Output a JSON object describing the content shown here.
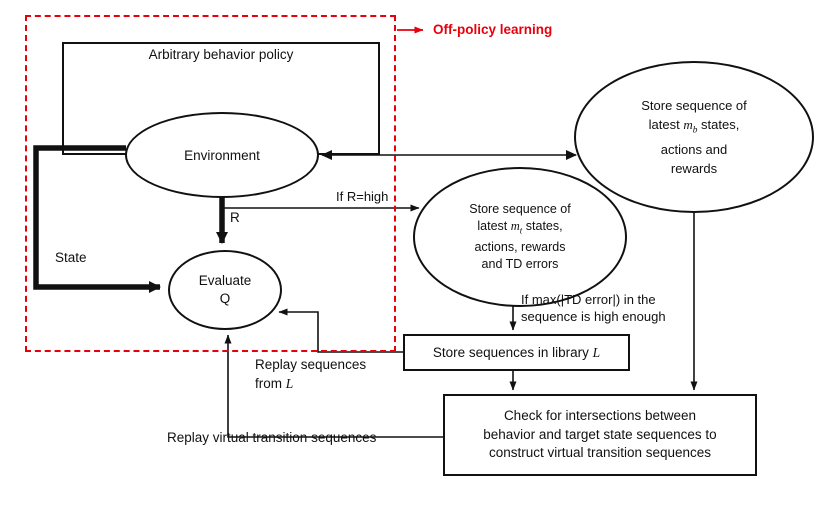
{
  "colors": {
    "accent_red": "#e8000d",
    "line_black": "#111111",
    "background": "#ffffff"
  },
  "annotations": {
    "off_policy": "Off-policy learning",
    "state": "State",
    "reward": "R",
    "if_r_high": "If R=high",
    "td_condition": [
      "If max(|TD error|) in the",
      "sequence is high enough"
    ],
    "replay_sequences_line1": "Replay sequences",
    "replay_sequences_line2": [
      "from ",
      "L"
    ],
    "replay_virtual": "Replay virtual transition sequences"
  },
  "nodes": {
    "behavior_policy": {
      "label": "Arbitrary behavior policy"
    },
    "environment": {
      "label": "Environment"
    },
    "evaluate_q": {
      "line1": "Evaluate",
      "line2": "Q"
    },
    "target_sequence_store": {
      "line1": "Store sequence of",
      "line2": [
        "latest ",
        "m",
        "t",
        " states,"
      ],
      "line3": "actions, rewards",
      "line4": "and TD errors"
    },
    "behavior_sequence_store": {
      "line1": "Store sequence of",
      "line2": [
        "latest ",
        "m",
        "b",
        " states,"
      ],
      "line3": "actions and",
      "line4": "rewards"
    },
    "library_box": {
      "text": [
        "Store sequences in library ",
        "L"
      ]
    },
    "check_box": {
      "lines": [
        "Check for intersections between",
        "behavior and target state sequences to",
        "construct virtual transition sequences"
      ]
    }
  }
}
